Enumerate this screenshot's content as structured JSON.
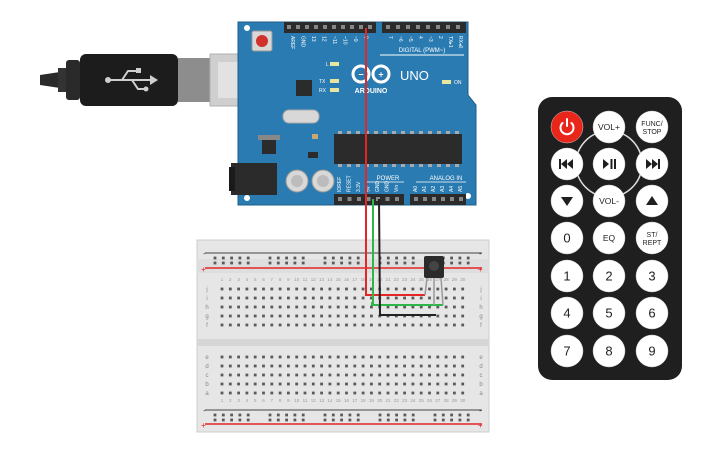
{
  "arduino": {
    "brand_text": "ARDUINO",
    "model_text": "UNO",
    "digital_header": "DIGITAL (PWM~)",
    "on_led_label": "ON",
    "l_led_label": "L",
    "tx_label": "TX",
    "rx_label": "RX",
    "power_label": "POWER",
    "analog_label": "ANALOG IN",
    "top_pin_labels": [
      "AREF",
      "GND",
      "13",
      "12",
      "~11",
      "~10",
      "~9",
      "8",
      "7",
      "~6",
      "~5",
      "4",
      "~3",
      "2",
      "TX▸1",
      "RX◂0"
    ],
    "power_pin_labels": [
      "IOREF",
      "RESET",
      "3.3V",
      "5V",
      "GND",
      "GND",
      "Vin"
    ],
    "analog_pin_labels": [
      "A0",
      "A1",
      "A2",
      "A3",
      "A4",
      "A5"
    ]
  },
  "breadboard": {
    "row_labels_top": [
      "j",
      "i",
      "h",
      "g",
      "f"
    ],
    "row_labels_bottom": [
      "e",
      "d",
      "c",
      "b",
      "a"
    ],
    "column_count": 30,
    "plus_label": "+",
    "minus_label": "-"
  },
  "remote": {
    "buttons": [
      {
        "id": "power",
        "label": "",
        "icon": "power-icon",
        "color": "#e8261a"
      },
      {
        "id": "vol-up",
        "label": "VOL+"
      },
      {
        "id": "func-stop",
        "label": "FUNC/\nSTOP"
      },
      {
        "id": "prev",
        "label": "",
        "icon": "skip-back-icon"
      },
      {
        "id": "play-pause",
        "label": "",
        "icon": "play-pause-icon"
      },
      {
        "id": "next",
        "label": "",
        "icon": "skip-forward-icon"
      },
      {
        "id": "down",
        "label": "",
        "icon": "triangle-down-icon"
      },
      {
        "id": "vol-down",
        "label": "VOL-"
      },
      {
        "id": "up",
        "label": "",
        "icon": "triangle-up-icon"
      },
      {
        "id": "zero",
        "label": "0"
      },
      {
        "id": "eq",
        "label": "EQ"
      },
      {
        "id": "st-rept",
        "label": "ST/\nREPT"
      },
      {
        "id": "one",
        "label": "1"
      },
      {
        "id": "two",
        "label": "2"
      },
      {
        "id": "three",
        "label": "3"
      },
      {
        "id": "four",
        "label": "4"
      },
      {
        "id": "five",
        "label": "5"
      },
      {
        "id": "six",
        "label": "6"
      },
      {
        "id": "seven",
        "label": "7"
      },
      {
        "id": "eight",
        "label": "8"
      },
      {
        "id": "nine",
        "label": "9"
      }
    ]
  },
  "colors": {
    "arduino_board": "#2a7bb2",
    "remote_body": "#1f1f1f",
    "wire_red": "#e32626",
    "wire_green": "#2fb64a",
    "wire_black": "#222222",
    "breadboard": "#e6e6e6"
  }
}
